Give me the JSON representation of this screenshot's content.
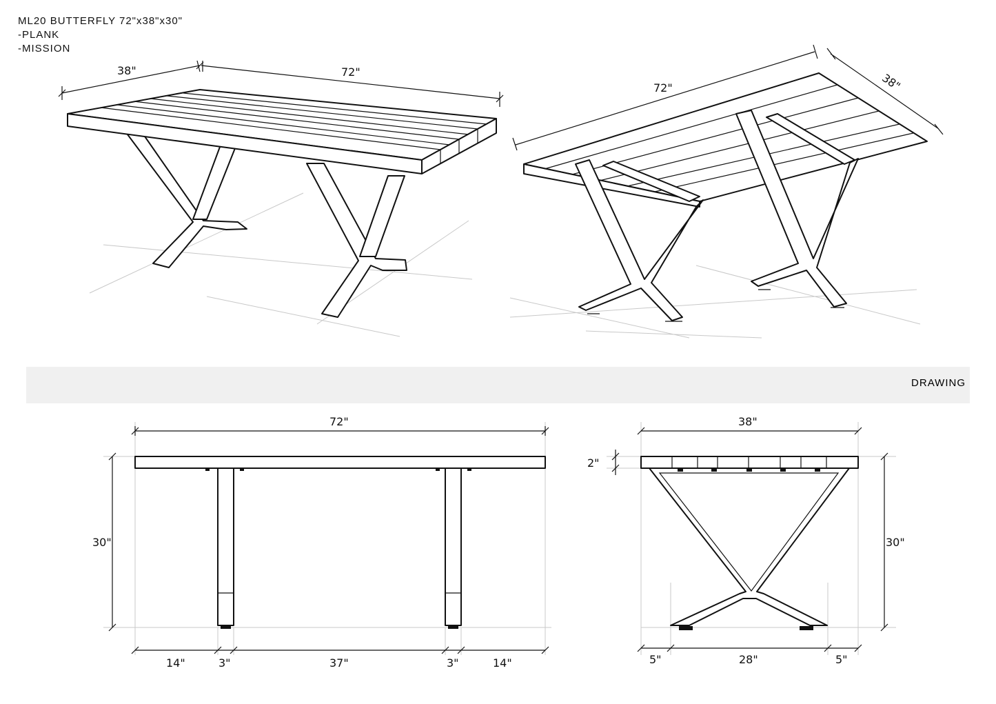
{
  "title": {
    "line1": "ML20 BUTTERFLY 72\"x38\"x30\"",
    "line2": "-PLANK",
    "line3": "-MISSION"
  },
  "section_label": "DRAWING",
  "perspective_left": {
    "width": "38\"",
    "length": "72\""
  },
  "perspective_right": {
    "length": "72\"",
    "width": "38\""
  },
  "front_elevation": {
    "overall_length": "72\"",
    "height": "30\"",
    "bottom": [
      "14\"",
      "3\"",
      "37\"",
      "3\"",
      "14\""
    ]
  },
  "side_elevation": {
    "overall_width": "38\"",
    "top_thickness": "2\"",
    "height": "30\"",
    "bottom": [
      "5\"",
      "28\"",
      "5\""
    ]
  }
}
